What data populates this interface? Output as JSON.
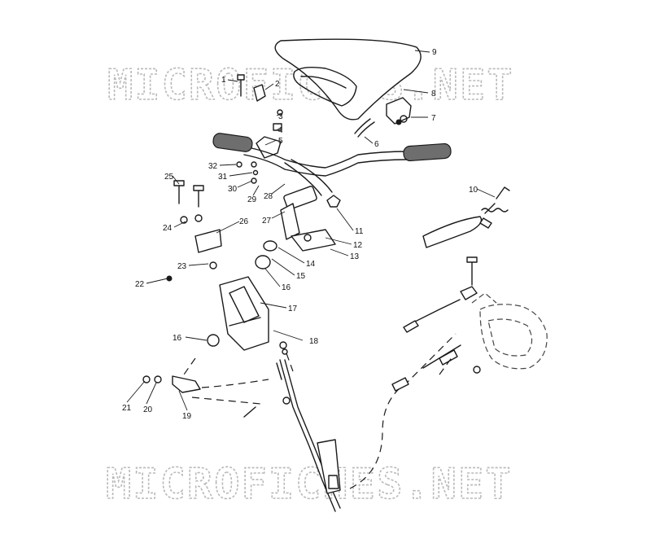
{
  "watermark_text": "MICROFICHES.NET",
  "callouts": [
    {
      "n": "1"
    },
    {
      "n": "2"
    },
    {
      "n": "3"
    },
    {
      "n": "4"
    },
    {
      "n": "5"
    },
    {
      "n": "6"
    },
    {
      "n": "7"
    },
    {
      "n": "8"
    },
    {
      "n": "9"
    },
    {
      "n": "10"
    },
    {
      "n": "11"
    },
    {
      "n": "12"
    },
    {
      "n": "13"
    },
    {
      "n": "14"
    },
    {
      "n": "15"
    },
    {
      "n": "16"
    },
    {
      "n": "17"
    },
    {
      "n": "18"
    },
    {
      "n": "19"
    },
    {
      "n": "20"
    },
    {
      "n": "21"
    },
    {
      "n": "22"
    },
    {
      "n": "23"
    },
    {
      "n": "24"
    },
    {
      "n": "25"
    },
    {
      "n": "26"
    },
    {
      "n": "27"
    },
    {
      "n": "28"
    },
    {
      "n": "29"
    },
    {
      "n": "30"
    },
    {
      "n": "31"
    },
    {
      "n": "32"
    },
    {
      "n": "16"
    }
  ]
}
